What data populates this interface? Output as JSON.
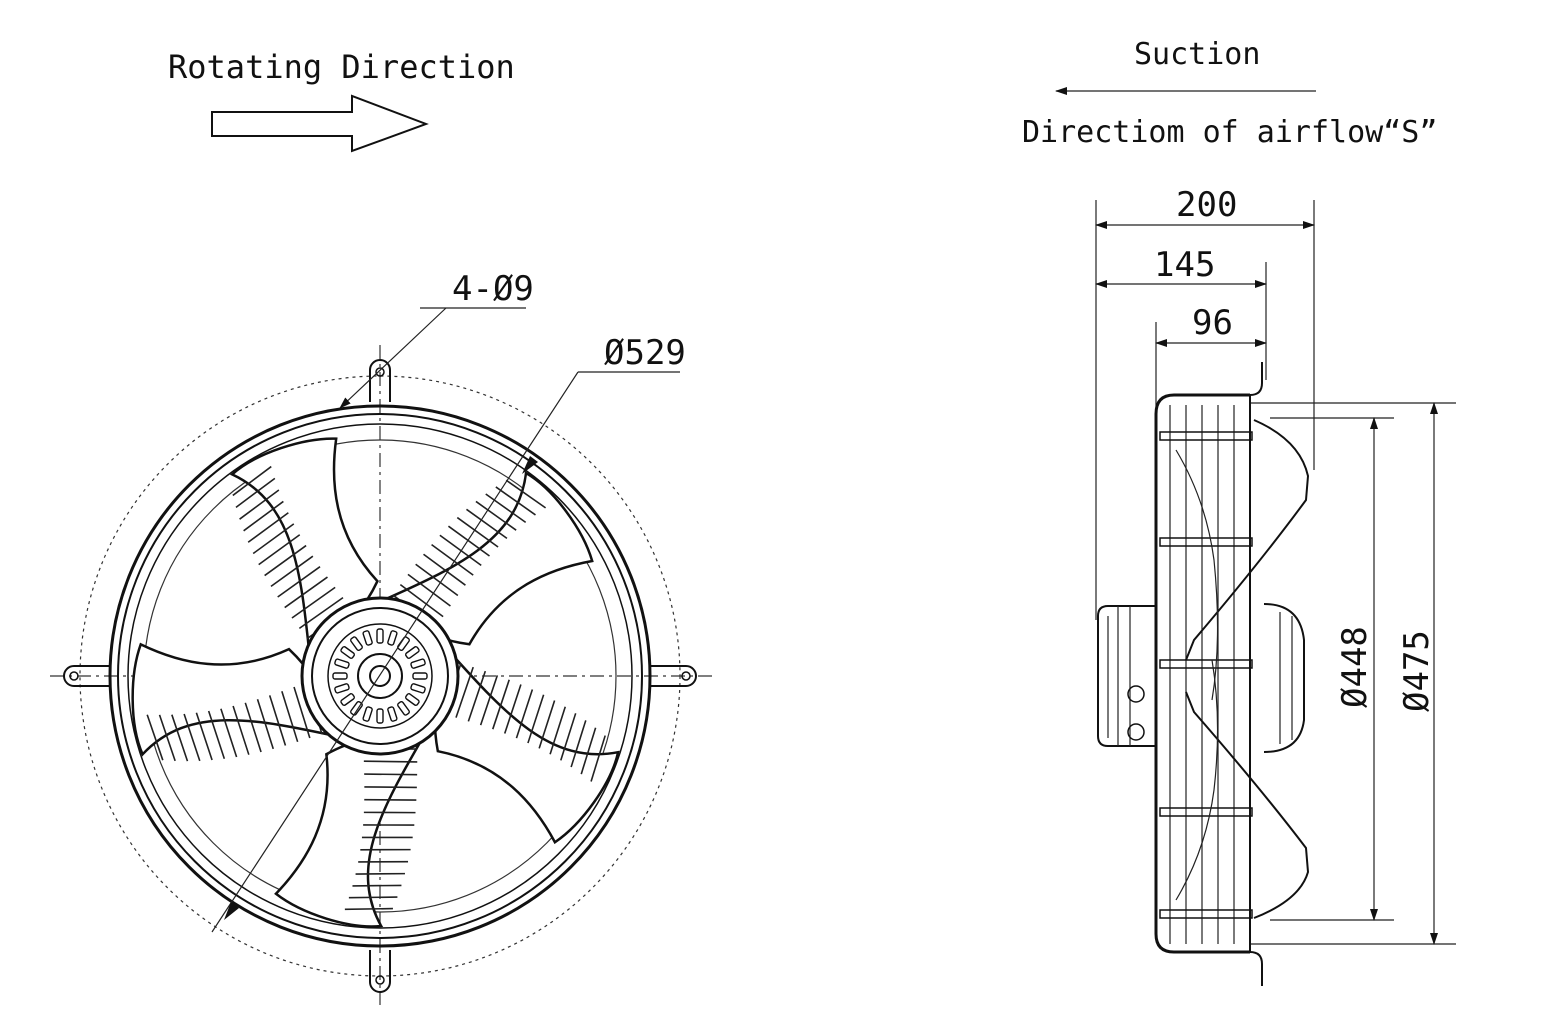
{
  "front_view": {
    "rotating_direction_label": "Rotating Direction",
    "mounting_holes_label": "4-Ø9",
    "outer_diameter_label": "Ø529"
  },
  "side_view": {
    "suction_label": "Suction",
    "airflow_label": "Directiom of airflow“S”",
    "dim_200": "200",
    "dim_145": "145",
    "dim_96": "96",
    "dim_448": "Ø448",
    "dim_475": "Ø475"
  }
}
